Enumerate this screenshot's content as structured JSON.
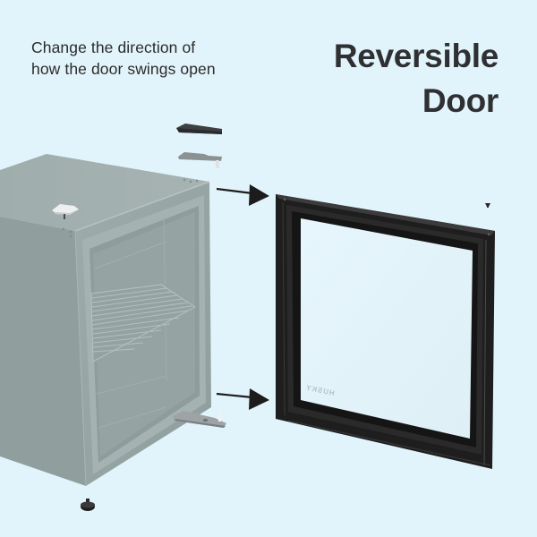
{
  "header": {
    "subtitle_lines": [
      "Change the direction of",
      "how the door swings open"
    ],
    "title_lines": [
      "Reversible",
      "Door"
    ]
  },
  "illustration": {
    "door_logo": "HUSKY",
    "door_logo_mirrored": true,
    "parts": [
      "top-hinge-cover",
      "top-hinge-bracket",
      "top-cap-plate",
      "bottom-hinge-bracket",
      "leveling-foot",
      "door-frame",
      "screw"
    ],
    "arrows": 2
  },
  "colors": {
    "background": "#e2f4fb",
    "title": "#2f3033",
    "subtitle": "#2b2b2b",
    "fridge_body": "#99a8a7",
    "fridge_side": "#8d9c9b",
    "door_frame": "#222222",
    "arrow": "#1c1c1c"
  }
}
